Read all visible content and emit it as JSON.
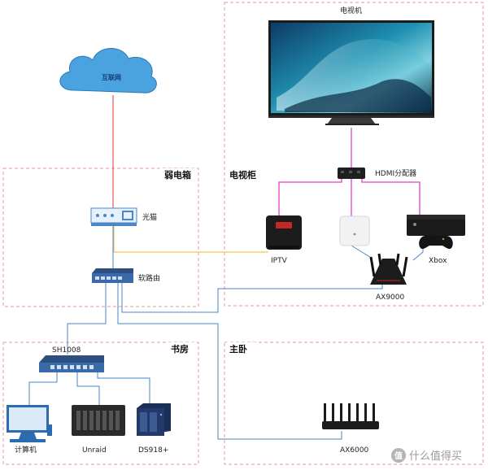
{
  "zones": {
    "tv_area": "电视机",
    "weak_box": "弱电箱",
    "tv_cabinet": "电视柜",
    "study": "书房",
    "master_bedroom": "主卧"
  },
  "devices": {
    "internet": "互联网",
    "modem": "光猫",
    "soft_router": "软路由",
    "hdmi_splitter": "HDMI分配器",
    "iptv": "IPTV",
    "xbox": "Xbox",
    "ax9000": "AX9000",
    "sh1008": "SH1008",
    "computer": "计算机",
    "unraid": "Unraid",
    "ds918": "DS918+",
    "ax6000": "AX6000"
  },
  "watermark": "什么值得买",
  "colors": {
    "zone_border": "#e69a9a",
    "internet_link": "#e03030",
    "hdmi_link": "#e040d0",
    "ethernet_link": "#4a86c8",
    "iptv_link": "#f2c94c",
    "cloud": "#4aa3df"
  }
}
